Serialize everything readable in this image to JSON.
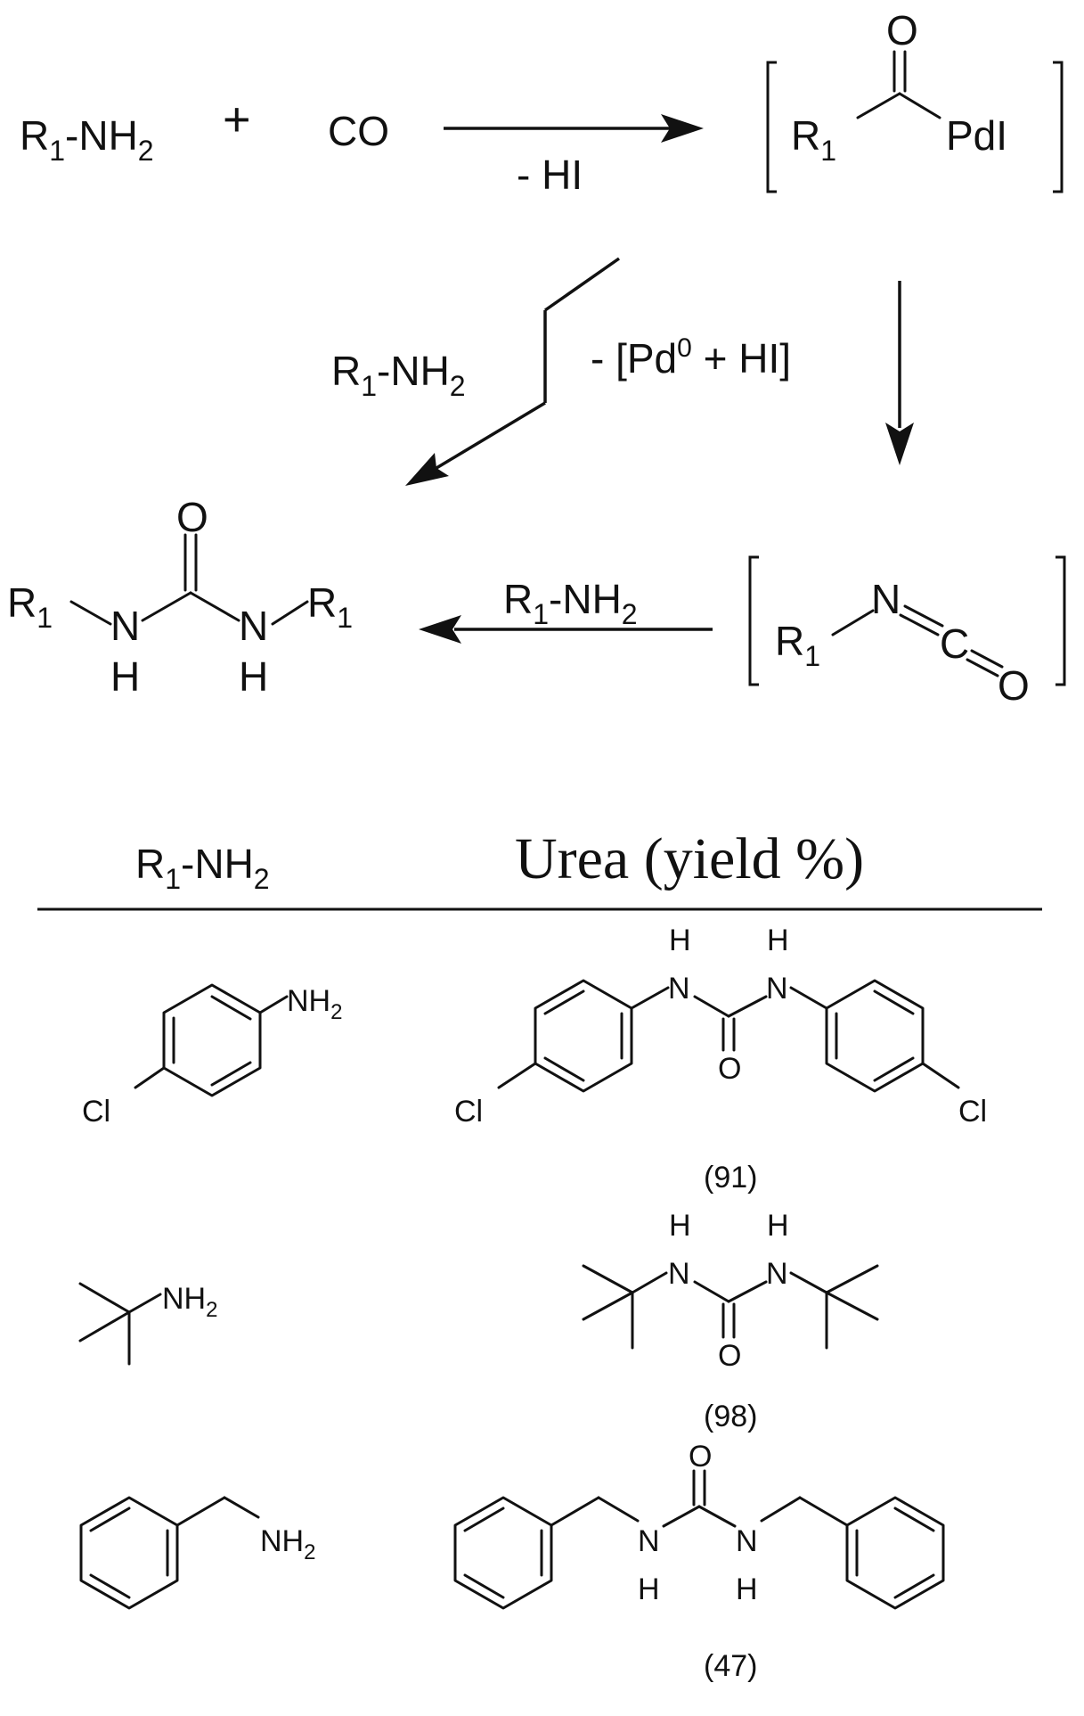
{
  "scheme": {
    "reactant_amine": {
      "main": "R",
      "sub": "1",
      "rest": "-NH",
      "sub2": "2"
    },
    "plus": "+",
    "co": "CO",
    "arrow1_label": "- HI",
    "acyl_pd": {
      "r": "R",
      "r_sub": "1",
      "o": "O",
      "pd": "PdI"
    },
    "side_amine": {
      "main": "R",
      "sub": "1",
      "rest": "-NH",
      "sub2": "2"
    },
    "side_label": {
      "pre": "- [Pd",
      "sup": "0",
      "post": " + HI]"
    },
    "arrow3_label": {
      "main": "R",
      "sub": "1",
      "rest": "-NH",
      "sub2": "2"
    },
    "isocyanate": {
      "r": "R",
      "r_sub": "1",
      "n": "N",
      "c": "C",
      "o": "O"
    },
    "urea_general": {
      "r": "R",
      "r_sub": "1",
      "o": "O",
      "n": "N",
      "h": "H"
    }
  },
  "table": {
    "col1_header": {
      "main": "R",
      "sub": "1",
      "rest": "-NH",
      "sub2": "2"
    },
    "col2_header": "Urea (yield %)",
    "rows": [
      {
        "amine": "4-chloroaniline",
        "labels": {
          "nh2": "NH",
          "nh2_sub": "2",
          "cl": "Cl",
          "n": "N",
          "h": "H",
          "o": "O"
        },
        "yield": "(91)"
      },
      {
        "amine": "tert-butylamine",
        "labels": {
          "nh2": "NH",
          "nh2_sub": "2",
          "n": "N",
          "h": "H",
          "o": "O"
        },
        "yield": "(98)"
      },
      {
        "amine": "benzylamine",
        "labels": {
          "nh2": "NH",
          "nh2_sub": "2",
          "n": "N",
          "h": "H",
          "o": "O"
        },
        "yield": "(47)"
      }
    ]
  }
}
